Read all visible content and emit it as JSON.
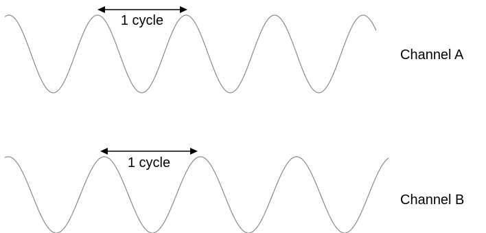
{
  "colors": {
    "wave": "#808080",
    "arrow": "#000000",
    "text": "#000000",
    "background": "#ffffff"
  },
  "channels": [
    {
      "label": "Channel A",
      "cycle_label": "1 cycle"
    },
    {
      "label": "Channel B",
      "cycle_label": "1 cycle"
    }
  ]
}
